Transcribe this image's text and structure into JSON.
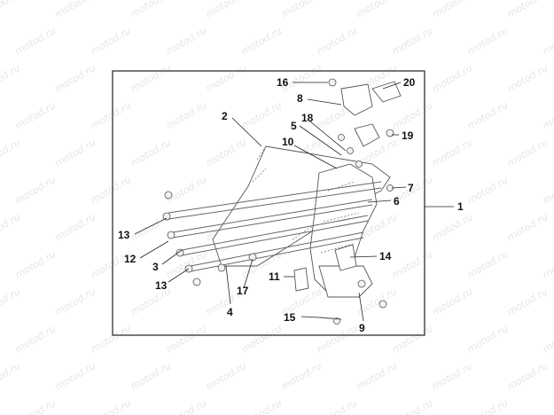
{
  "watermark": {
    "text": "motod.ru"
  },
  "callouts": [
    {
      "id": "c1",
      "label": "1"
    },
    {
      "id": "c2",
      "label": "2"
    },
    {
      "id": "c3",
      "label": "3"
    },
    {
      "id": "c4",
      "label": "4"
    },
    {
      "id": "c5",
      "label": "5"
    },
    {
      "id": "c6",
      "label": "6"
    },
    {
      "id": "c7",
      "label": "7"
    },
    {
      "id": "c8",
      "label": "8"
    },
    {
      "id": "c9",
      "label": "9"
    },
    {
      "id": "c10",
      "label": "10"
    },
    {
      "id": "c11",
      "label": "11"
    },
    {
      "id": "c12",
      "label": "12"
    },
    {
      "id": "c13a",
      "label": "13"
    },
    {
      "id": "c13b",
      "label": "13"
    },
    {
      "id": "c14",
      "label": "14"
    },
    {
      "id": "c15",
      "label": "15"
    },
    {
      "id": "c16",
      "label": "16"
    },
    {
      "id": "c17",
      "label": "17"
    },
    {
      "id": "c18",
      "label": "18"
    },
    {
      "id": "c19",
      "label": "19"
    },
    {
      "id": "c20",
      "label": "20"
    }
  ],
  "colors": {
    "line": "#555555",
    "text": "#111111",
    "watermark": "#e6e6e6"
  }
}
